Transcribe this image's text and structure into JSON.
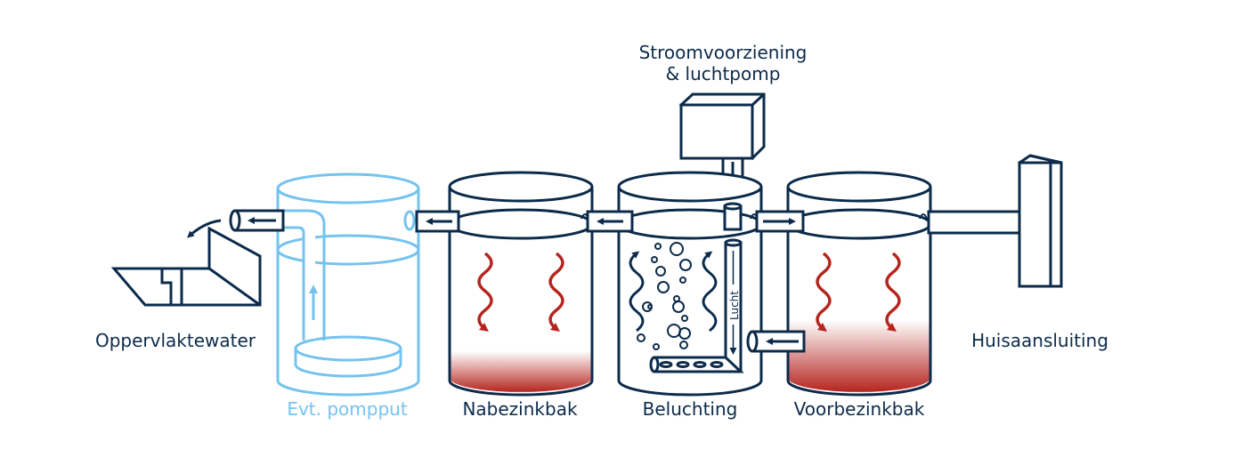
{
  "title_lines": [
    "Stroomvoorziening",
    "& luchtpomp"
  ],
  "labels": {
    "surface_water": "Oppervlaktewater",
    "house_connection": "Huisaansluiting",
    "pump_pit": "Evt. pompput",
    "secondary_settling": "Nabezinkbak",
    "aeration": "Beluchting",
    "primary_settling": "Voorbezinkbak",
    "air": "Lucht"
  },
  "colors": {
    "navy": "#0c2b4b",
    "light_blue": "#74c3ef",
    "red": "#b5251f"
  }
}
